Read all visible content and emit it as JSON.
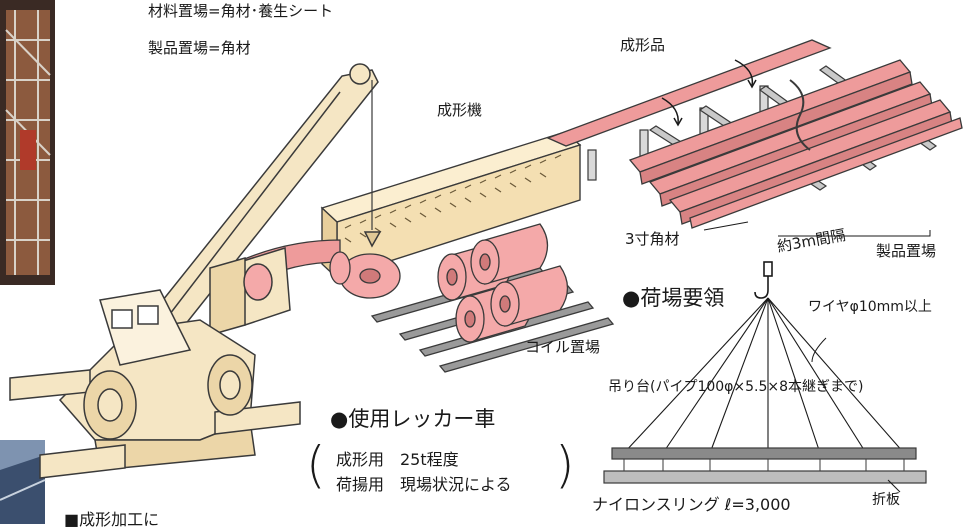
{
  "materials_storage": "材料置場=角材･養生シート",
  "product_storage": "製品置場=角材",
  "forming_machine": "成形機",
  "formed_product": "成形品",
  "square_timber": "3寸角材",
  "spacing": "約3m間隔",
  "product_yard": "製品置場",
  "coil_yard": "コイル置場",
  "loading_title": "●荷場要領",
  "wire": "ワイヤφ10mm以上",
  "hanging_frame": "吊り台(パイプ100φ×5.5×8本継ぎまで)",
  "sling": "ナイロンスリング ℓ=3,000",
  "folded_plate": "折板",
  "crane_title": "●使用レッカー車",
  "crane_line1": "成形用　25t程度",
  "crane_line2": "荷揚用　現場状況による",
  "bottom_heading": "■成形加工に",
  "colors": {
    "crane": "#f5e6c4",
    "machine": "#f4dfb2",
    "product": "#ee9b9b",
    "coil": "#f4a9a9",
    "timber": "#c9c9c9",
    "outline": "#3a3a3a"
  },
  "icons": [
    "crane-hook-icon"
  ]
}
